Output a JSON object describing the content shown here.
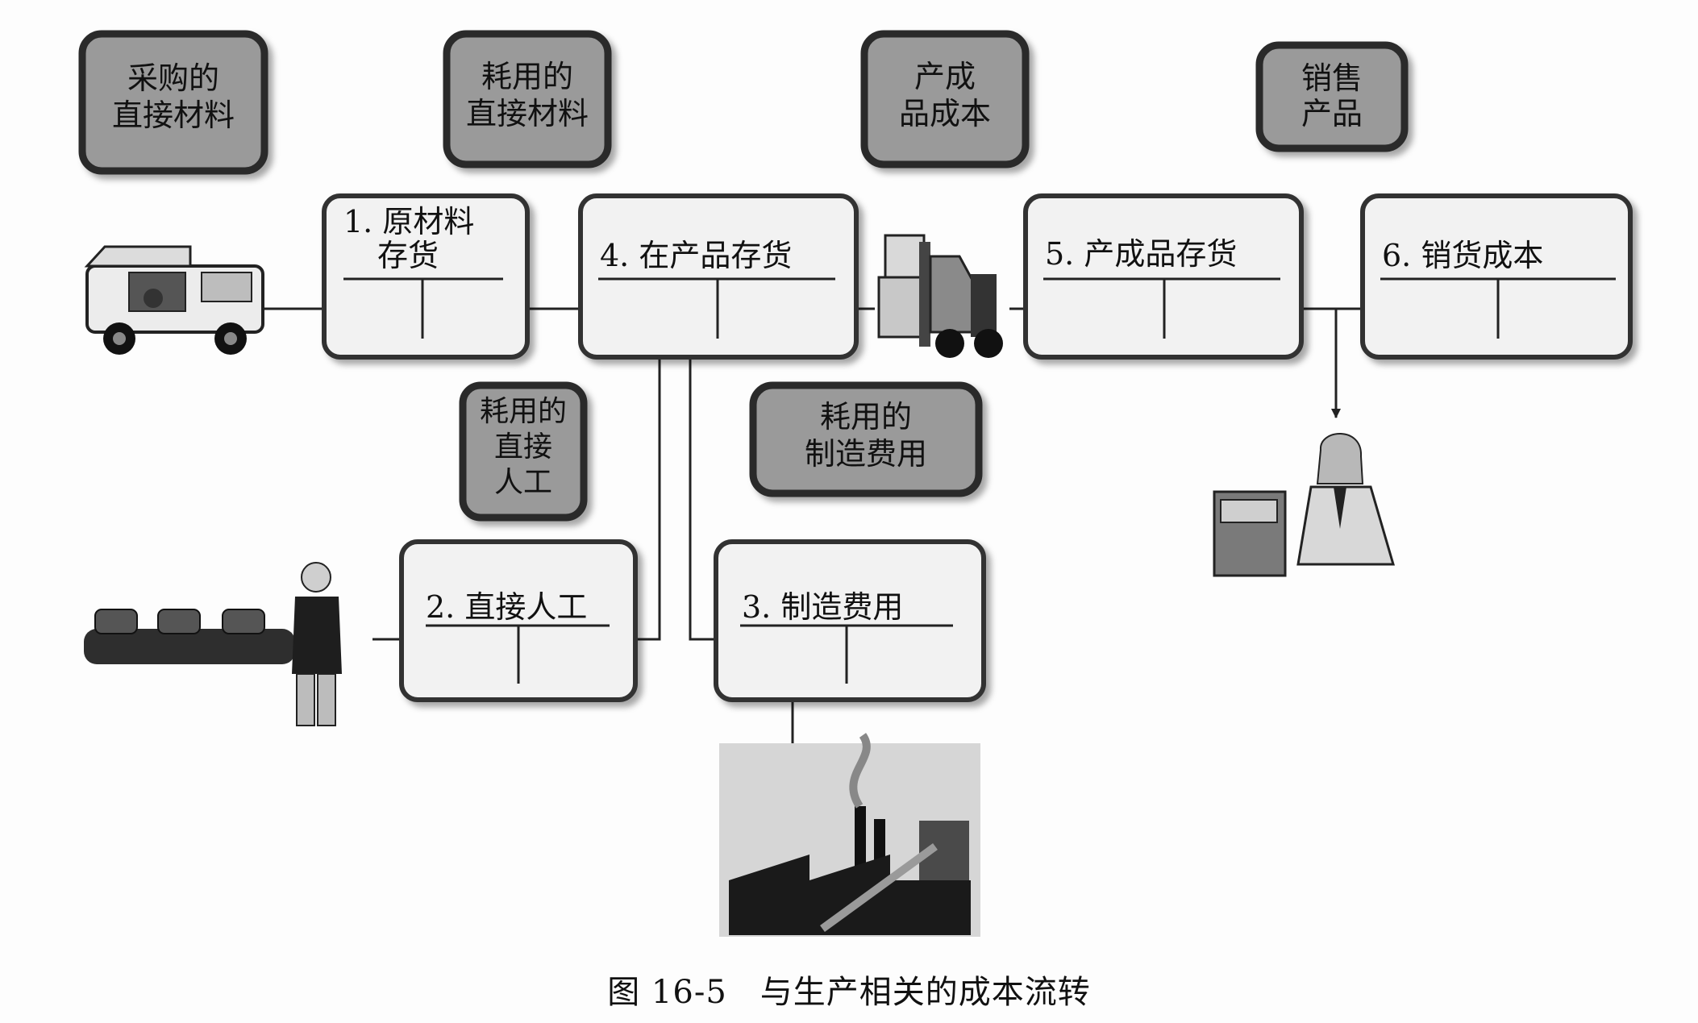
{
  "figure": {
    "caption": "图 16-5　与生产相关的成本流转"
  },
  "accounts": [
    {
      "id": "raw",
      "lines": [
        "1. 原材料",
        "存货"
      ]
    },
    {
      "id": "wip",
      "lines": [
        "4. 在产品存货"
      ]
    },
    {
      "id": "fg",
      "lines": [
        "5. 产成品存货"
      ]
    },
    {
      "id": "cogs",
      "lines": [
        "6. 销货成本"
      ]
    },
    {
      "id": "labor",
      "lines": [
        "2. 直接人工"
      ]
    },
    {
      "id": "overhead",
      "lines": [
        "3. 制造费用"
      ]
    }
  ],
  "flow_labels": [
    {
      "id": "purchased-materials",
      "lines": [
        "采购的",
        "直接材料"
      ]
    },
    {
      "id": "used-materials",
      "lines": [
        "耗用的",
        "直接材料"
      ]
    },
    {
      "id": "finished-cost",
      "lines": [
        "产成",
        "品成本"
      ]
    },
    {
      "id": "sold-products",
      "lines": [
        "销售",
        "产品"
      ]
    },
    {
      "id": "used-labor",
      "lines": [
        "耗用的",
        "直接",
        "人工"
      ]
    },
    {
      "id": "used-overhead",
      "lines": [
        "耗用的",
        "制造费用"
      ]
    }
  ],
  "illustrations": [
    {
      "id": "van",
      "icon": "delivery-van-icon"
    },
    {
      "id": "forklift",
      "icon": "forklift-icon"
    },
    {
      "id": "worker",
      "icon": "assembly-worker-icon"
    },
    {
      "id": "factory",
      "icon": "factory-icon"
    },
    {
      "id": "cashier",
      "icon": "cashier-icon"
    }
  ],
  "colors": {
    "label_fill": "#9a9a9a",
    "label_border": "#2a2a2a",
    "account_fill": "#f2f2f2",
    "account_border": "#333333",
    "line": "#222222"
  }
}
